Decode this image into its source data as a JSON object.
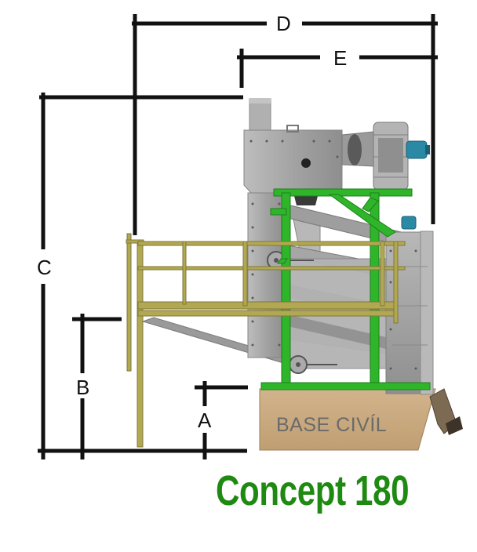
{
  "dimensions": {
    "a": "A",
    "b": "B",
    "c": "C",
    "d": "D",
    "e": "E"
  },
  "base_label": "BASE CIVÍL",
  "brand": {
    "name": "Concept 180",
    "color": "#1f8a12"
  },
  "colors": {
    "dimension_lines": "#111111",
    "platform": "#b2a852",
    "frame": "#2fb52a",
    "machine": "#a7a7a7",
    "base": "#c9a97e",
    "motor": "#2a8aa6"
  }
}
